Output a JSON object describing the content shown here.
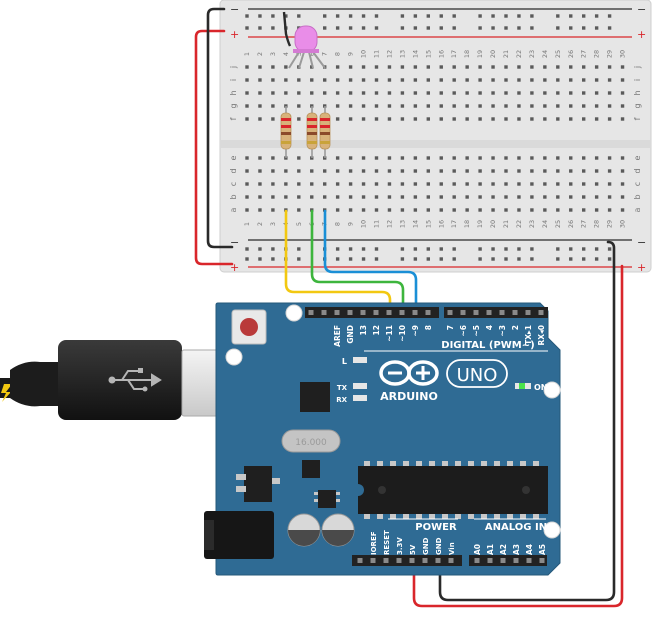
{
  "breadboard": {
    "columns": 30,
    "rails_top": [
      "−",
      "+"
    ],
    "rails_bottom": [
      "−",
      "+"
    ],
    "rows_upper": [
      "j",
      "i",
      "h",
      "g",
      "f"
    ],
    "rows_lower": [
      "e",
      "d",
      "c",
      "b",
      "a"
    ]
  },
  "arduino": {
    "brand": "ARDUINO",
    "model": "UNO",
    "digital_label": "DIGITAL (PWM~)",
    "header_left": [
      "AREF",
      "GND",
      "13",
      "12",
      "~11",
      "~10",
      "~9",
      "8"
    ],
    "header_right": [
      "7",
      "~6",
      "~5",
      "4",
      "~3",
      "2",
      "TX▸1",
      "RX◂0"
    ],
    "led_l": "L",
    "led_tx": "TX",
    "led_rx": "RX",
    "on_label": "ON",
    "crystal": "16.000",
    "power_title": "POWER",
    "power_pins": [
      "IOREF",
      "RESET",
      "3.3V",
      "5V",
      "GND",
      "GND",
      "Vin"
    ],
    "analog_title": "ANALOG IN",
    "analog_pins": [
      "A0",
      "A1",
      "A2",
      "A3",
      "A4",
      "A5"
    ]
  },
  "colors": {
    "board": "#2f6b94",
    "breadboard": "#e8e8e8",
    "wire_red": "#d9262b",
    "wire_black": "#2a2a2a",
    "wire_yellow": "#f2c811",
    "wire_green": "#3db53d",
    "wire_blue": "#1a8fd6",
    "led": "#e98de8"
  }
}
